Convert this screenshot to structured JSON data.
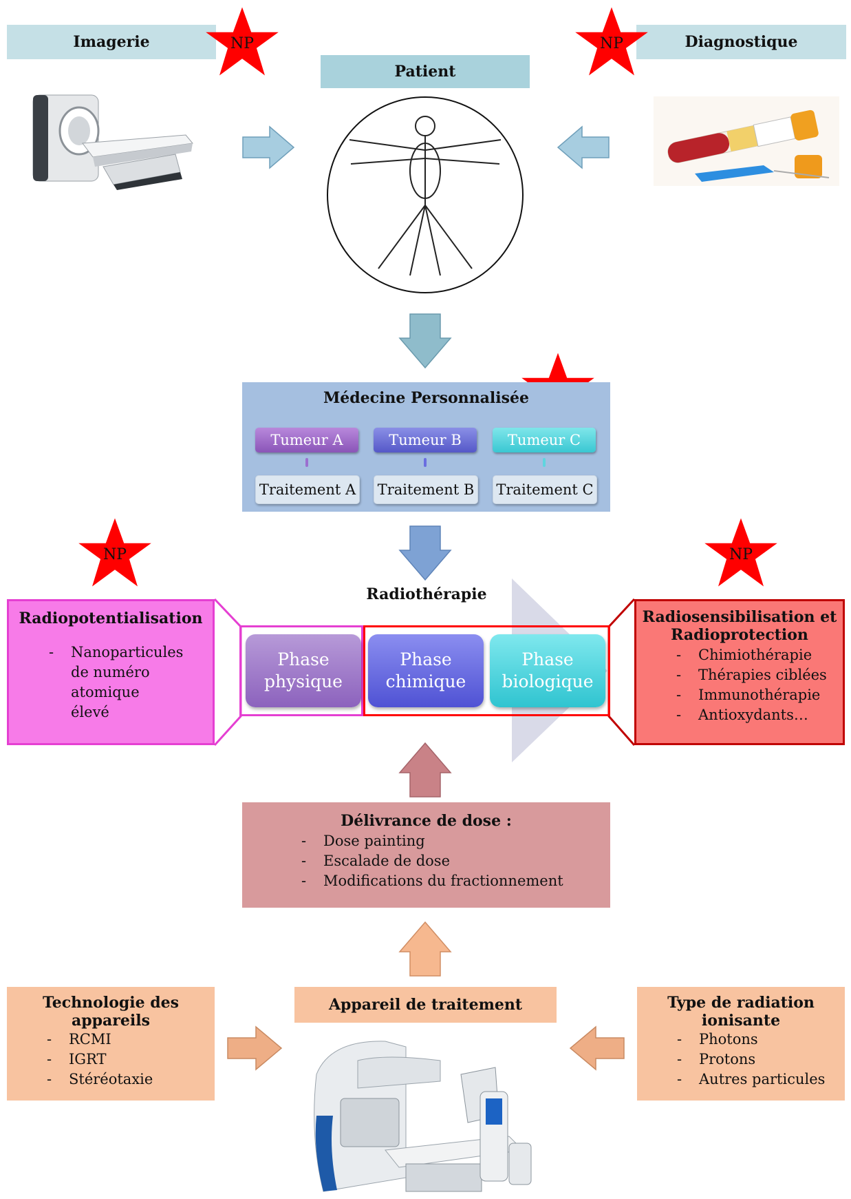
{
  "top": {
    "imagerie": "Imagerie",
    "diagnostique": "Diagnostique",
    "patient": "Patient"
  },
  "star_label": "NP",
  "medecine": {
    "title": "Médecine Personnalisée",
    "tumors": [
      "Tumeur A",
      "Tumeur B",
      "Tumeur C"
    ],
    "treatments": [
      "Traitement A",
      "Traitement B",
      "Traitement C"
    ]
  },
  "radiotherapie": {
    "title": "Radiothérapie",
    "phases": [
      {
        "line1": "Phase",
        "line2": "physique"
      },
      {
        "line1": "Phase",
        "line2": "chimique"
      },
      {
        "line1": "Phase",
        "line2": "biologique"
      }
    ]
  },
  "radiopotentialisation": {
    "title": "Radiopotentialisation",
    "items": [
      "Nanoparticules de numéro atomique élevé"
    ]
  },
  "radiosensibilisation": {
    "title_line1": "Radiosensibilisation et",
    "title_line2": "Radioprotection",
    "items": [
      "Chimiothérapie",
      "Thérapies ciblées",
      "Immunothérapie",
      "Antioxydants…"
    ]
  },
  "delivrance": {
    "title": "Délivrance de dose :",
    "items": [
      "Dose painting",
      "Escalade de dose",
      "Modifications du fractionnement"
    ]
  },
  "bottom": {
    "technologie": {
      "title_line1": "Technologie des",
      "title_line2": "appareils",
      "items": [
        "RCMI",
        "IGRT",
        "Stéréotaxie"
      ]
    },
    "appareil": "Appareil de traitement",
    "radiation": {
      "title_line1": "Type de radiation",
      "title_line2": "ionisante",
      "items": [
        "Photons",
        "Protons",
        "Autres particules"
      ]
    }
  },
  "colors": {
    "star": "#ff0000",
    "header_blue": "#c5e0e6",
    "patient_header": "#a9d2dc",
    "medecine_bg": "#a5bfe0",
    "radiopot_bg": "#f77be8",
    "radiopot_border": "#e53fd2",
    "radiosens_bg": "#fa7876",
    "radiosens_border": "#c00000",
    "delivrance_bg": "#d89a9c",
    "bottom_bg": "#f8c3a0"
  },
  "icons": [
    "pet-ct-scanner-image",
    "blood-tube-image",
    "vitruvian-man-image",
    "linear-accelerator-image",
    "star-icon",
    "block-arrow-icon"
  ]
}
